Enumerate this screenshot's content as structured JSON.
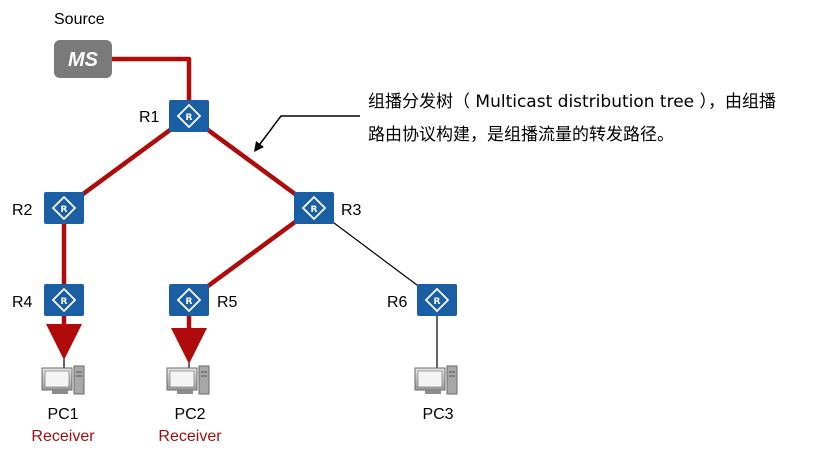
{
  "source": {
    "label": "Source",
    "badge": "MS",
    "badge_color": "#7a7a7a"
  },
  "routers": [
    {
      "id": "R1",
      "label": "R1"
    },
    {
      "id": "R2",
      "label": "R2"
    },
    {
      "id": "R3",
      "label": "R3"
    },
    {
      "id": "R4",
      "label": "R4"
    },
    {
      "id": "R5",
      "label": "R5"
    },
    {
      "id": "R6",
      "label": "R6"
    }
  ],
  "pcs": [
    {
      "id": "PC1",
      "label": "PC1",
      "role": "Receiver"
    },
    {
      "id": "PC2",
      "label": "PC2",
      "role": "Receiver"
    },
    {
      "id": "PC3",
      "label": "PC3",
      "role": ""
    }
  ],
  "annotation": {
    "line1": "组播分发树（ Multicast distribution tree ），由组播",
    "line2": "路由协议构建，是组播流量的转发路径。"
  },
  "colors": {
    "tree": "#b00b0b",
    "router": "#1a5fa3",
    "receiver": "#a01010",
    "link": "#000000"
  }
}
